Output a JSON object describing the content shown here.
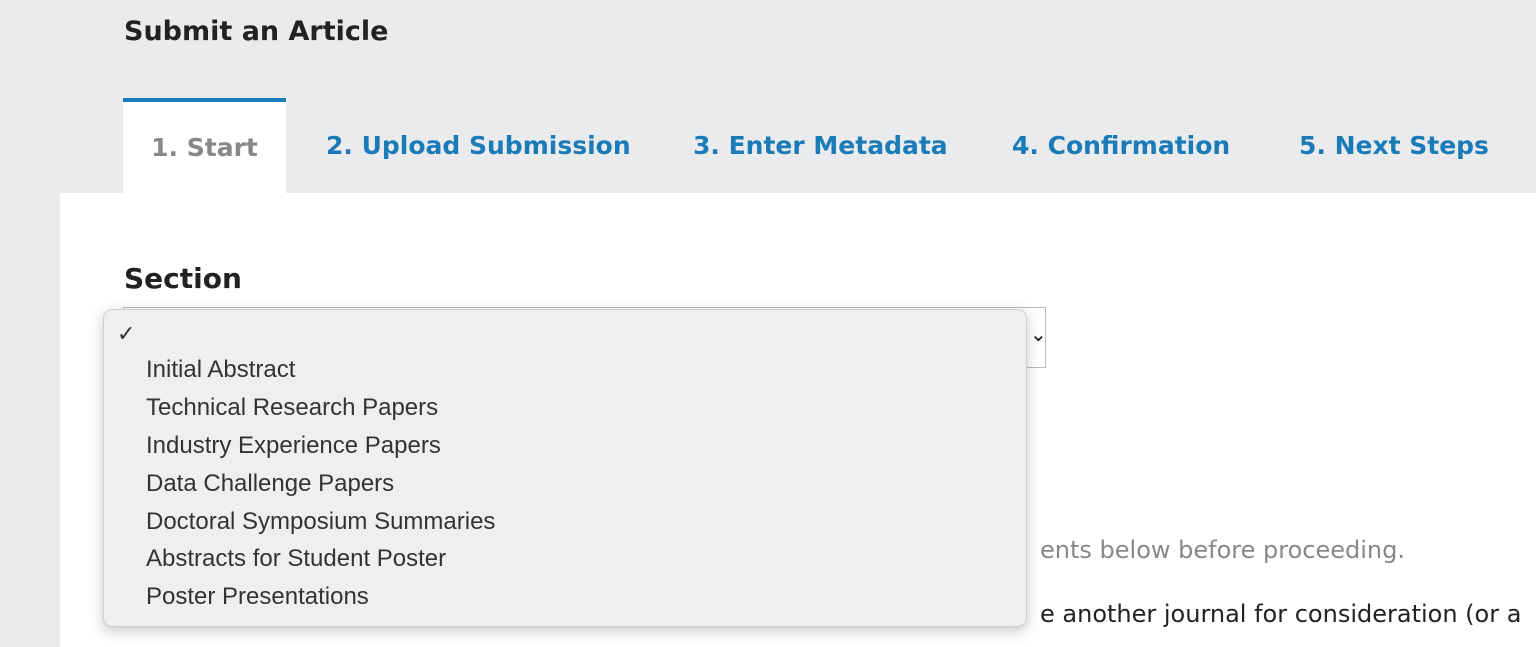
{
  "page_title": "Submit an Article",
  "tabs": [
    {
      "label": "1. Start",
      "active": true
    },
    {
      "label": "2. Upload Submission"
    },
    {
      "label": "3. Enter Metadata"
    },
    {
      "label": "4. Confirmation"
    },
    {
      "label": "5. Next Steps"
    }
  ],
  "section": {
    "label": "Section",
    "selected": "",
    "options": [
      "Initial Abstract",
      "Technical Research Papers",
      "Industry Experience Papers",
      "Data Challenge Papers",
      "Doctoral Symposium Summaries",
      "Abstracts for Student Poster",
      "Poster Presentations"
    ]
  },
  "background_text": {
    "help_fragment": "ents below before proceeding.",
    "requirement_fragment": "e another journal for consideration (or a"
  },
  "colors": {
    "accent": "#1a7bb8",
    "page_bg": "#e9ebec",
    "dropdown_bg": "#efefef"
  }
}
